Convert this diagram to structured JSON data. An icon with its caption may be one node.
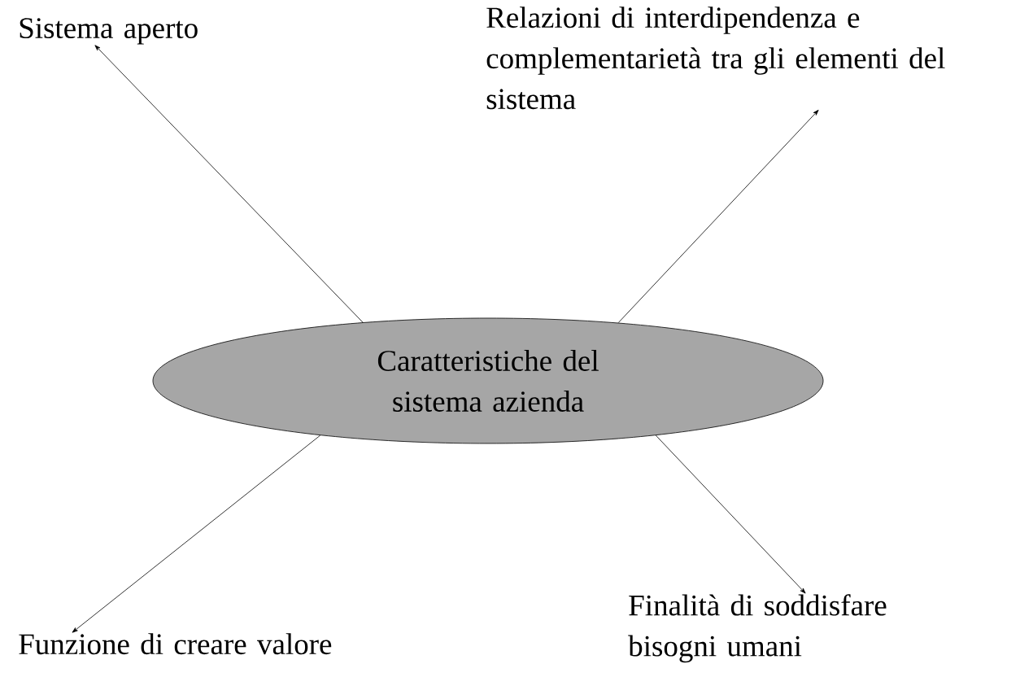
{
  "diagram": {
    "nodes": [
      {
        "text": [
          "Caratteristiche del sistema azienda"
        ]
      },
      {
        "text": [
          "Sistema aperto"
        ]
      },
      {
        "text": [
          "Relazioni di interdipendenza e complementarietà tra gli elementi del sistema"
        ]
      },
      {
        "text": [
          "Funzione di creare valore"
        ]
      },
      {
        "text": [
          "Finalità di soddisfare bisogni umani"
        ]
      }
    ],
    "edges": [
      {
        "from": 0,
        "to": 1,
        "arrow": "to"
      },
      {
        "from": 0,
        "to": 2,
        "arrow": "to"
      },
      {
        "from": 0,
        "to": 3,
        "arrow": "to"
      },
      {
        "from": 0,
        "to": 4,
        "arrow": "to"
      }
    ]
  }
}
